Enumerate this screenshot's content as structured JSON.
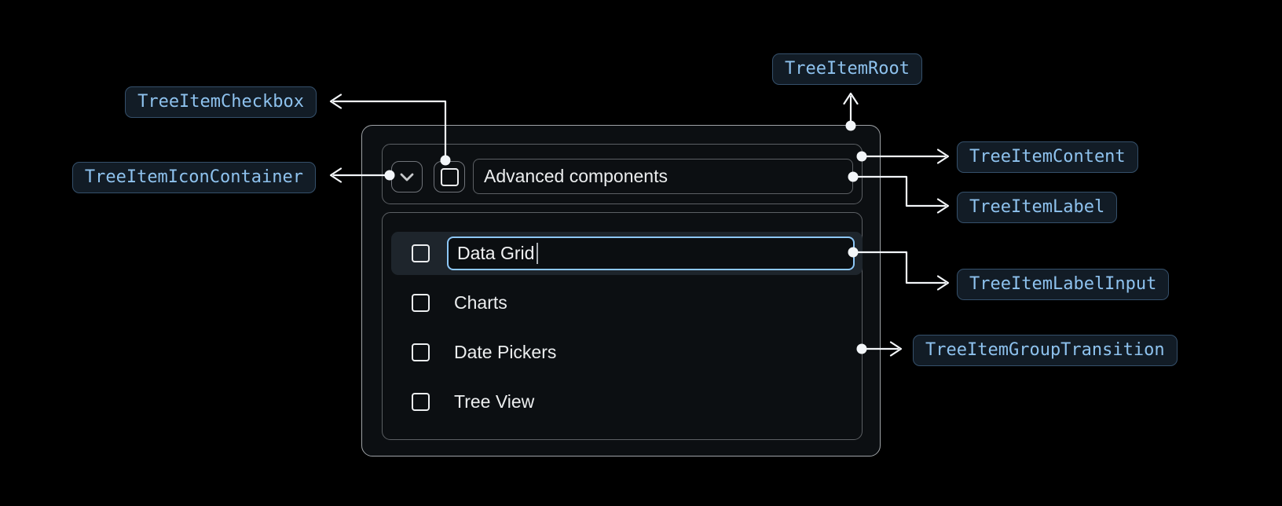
{
  "diagram": {
    "labels": {
      "root": "TreeItemRoot",
      "checkbox": "TreeItemCheckbox",
      "icon_container": "TreeItemIconContainer",
      "content": "TreeItemContent",
      "label": "TreeItemLabel",
      "label_input": "TreeItemLabelInput",
      "group_transition": "TreeItemGroupTransition"
    }
  },
  "tree": {
    "parent": {
      "label": "Advanced components",
      "expanded": true,
      "checked": false
    },
    "editing_item": {
      "value": "Data Grid",
      "checked": false
    },
    "items": [
      {
        "label": "Charts",
        "checked": false
      },
      {
        "label": "Date Pickers",
        "checked": false
      },
      {
        "label": "Tree View",
        "checked": false
      }
    ]
  },
  "icons": {
    "expand": "chevron-down-icon",
    "checkbox": "checkbox-unchecked-icon"
  },
  "colors": {
    "background": "#000000",
    "badge_bg": "#121c26",
    "badge_border": "#35506b",
    "badge_text": "#8ec2ee",
    "connector": "#f3f6f9",
    "root_border": "#9fa3a7",
    "inner_border": "#5c6064",
    "item_text": "#eceeef",
    "input_focus_border": "#8dc7f7",
    "editing_row_bg": "#1e252c"
  }
}
